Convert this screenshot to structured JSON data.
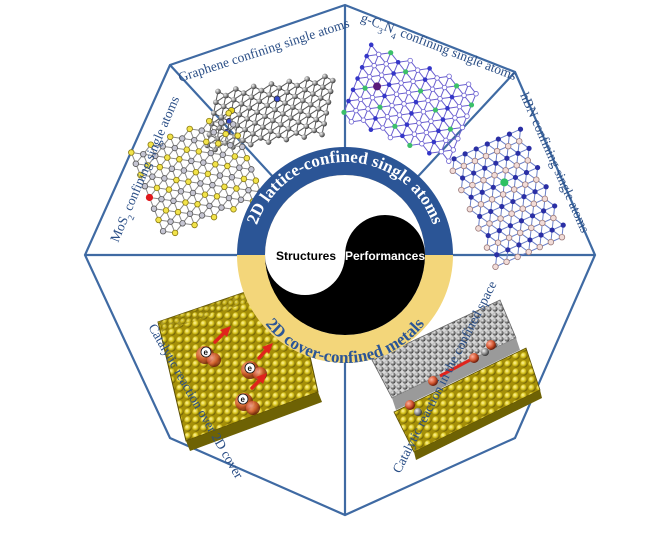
{
  "segments": {
    "graphene": "Graphene confining single atoms",
    "g_c3n4": "g-C",
    "g_c3n4_sub1": "3",
    "g_c3n4_mid": "N",
    "g_c3n4_sub2": "4",
    "g_c3n4_rest": " confining single atoms",
    "hbn": "hBN confining single atoms",
    "mos2": "MoS",
    "mos2_sub": "2",
    "mos2_rest": " confining single atoms",
    "cover": "Catalytic reaction over 2D cover",
    "space": "Catalytic reaction in the confined space"
  },
  "ring": {
    "top": "2D lattice-confined single atoms",
    "bottom": "2D cover-confined metals"
  },
  "yinyang": {
    "left": "Structures",
    "right": "Performances"
  },
  "colors": {
    "frame": "#3f6aa3",
    "ring_top": "#2b5596",
    "ring_bottom": "#f3d67a",
    "label": "#2a4e86"
  },
  "icons": [
    "graphene-lattice-icon",
    "g-c3n4-lattice-icon",
    "hbn-lattice-icon",
    "mos2-lattice-icon",
    "catalytic-cover-icon",
    "confined-space-icon"
  ]
}
